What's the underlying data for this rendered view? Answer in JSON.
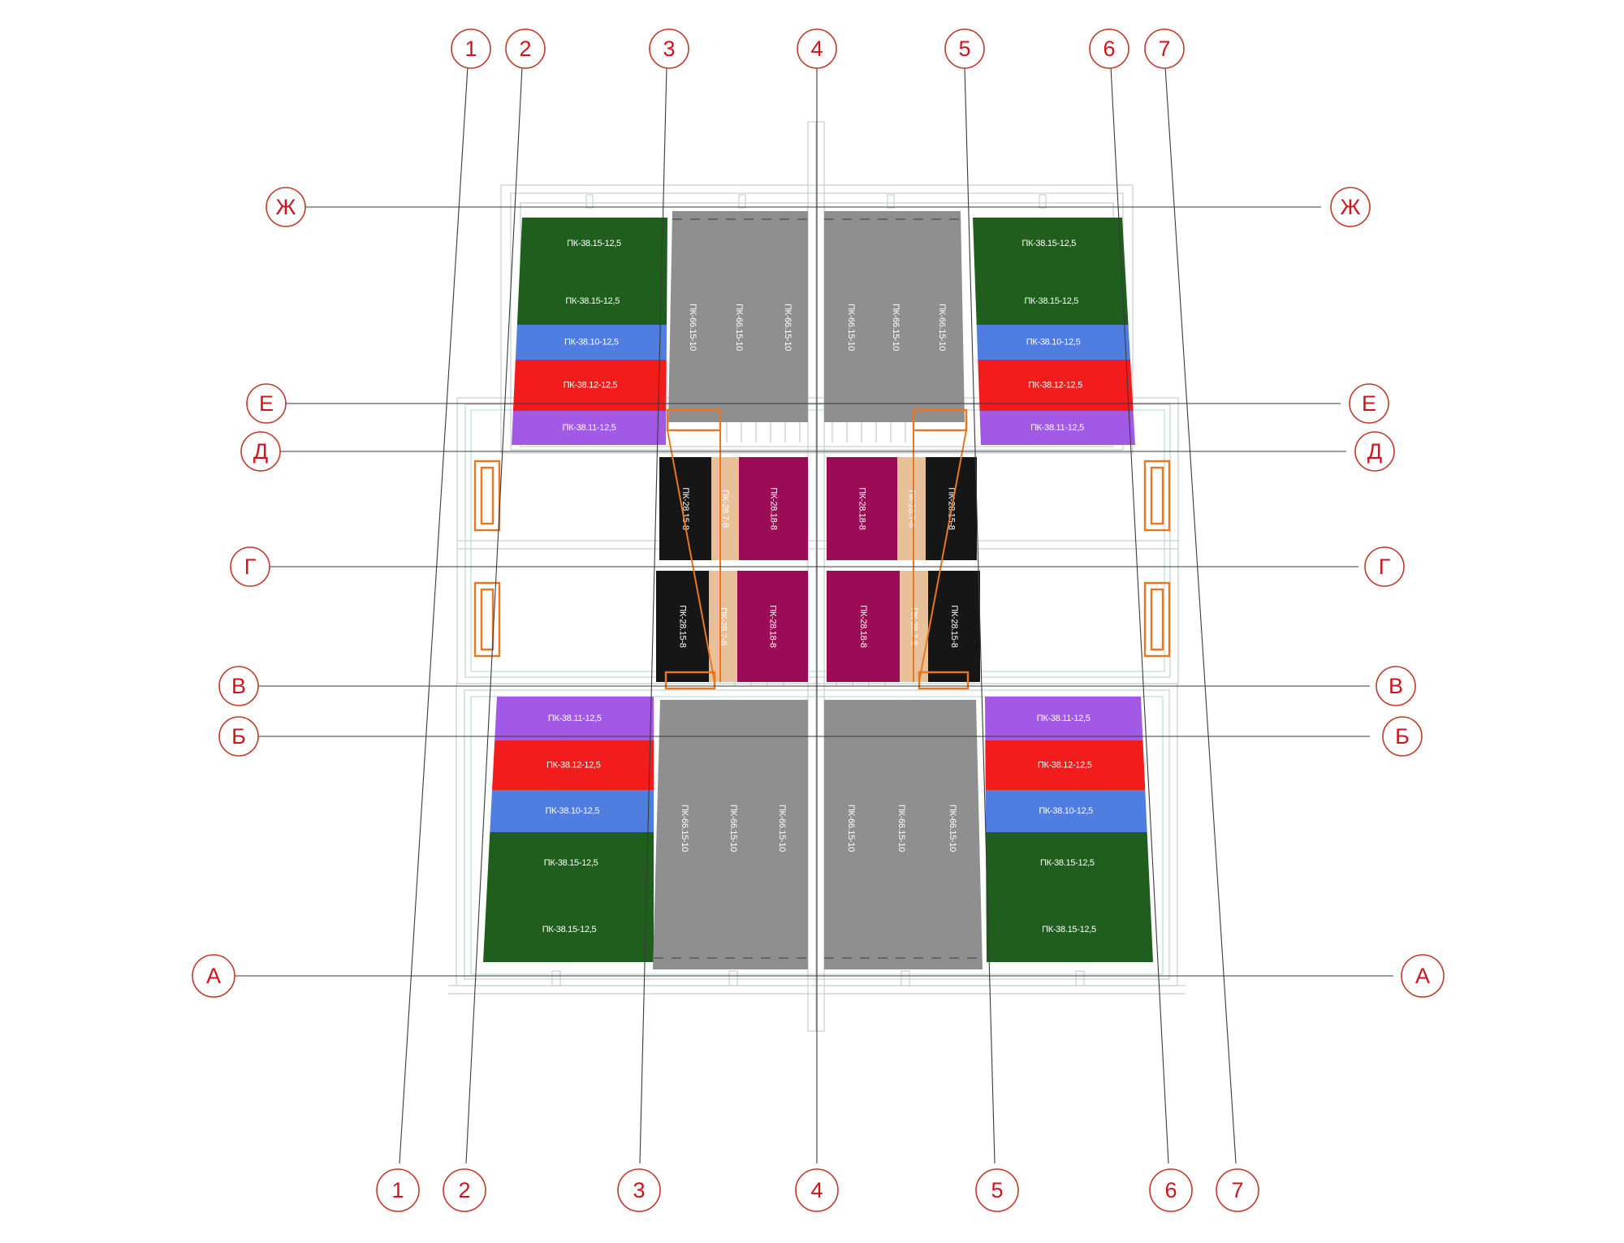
{
  "axes_numeric": [
    "1",
    "2",
    "3",
    "4",
    "5",
    "6",
    "7"
  ],
  "axes_letter": [
    "Ж",
    "Е",
    "Д",
    "Г",
    "В",
    "Б",
    "А"
  ],
  "colors": {
    "dark_green": "#1f5e1c",
    "blue": "#4f7de0",
    "red": "#f21c1c",
    "purple": "#a25ae6",
    "gray": "#8f8f8f",
    "black": "#161616",
    "magenta": "#9c0b55",
    "peach": "#e8c09a",
    "bubble_red": "#d0141e",
    "frame_orange": "#e87722"
  },
  "slabs": {
    "top_left": [
      "ПК-38.15-12,5",
      "ПК-38.15-12,5",
      "ПК-38.10-12,5",
      "ПК-38.12-12,5",
      "ПК-38.11-12,5"
    ],
    "top_right": [
      "ПК-38.15-12,5",
      "ПК-38.15-12,5",
      "ПК-38.10-12,5",
      "ПК-38.12-12,5",
      "ПК-38.11-12,5"
    ],
    "bottom_left": [
      "ПК-38.11-12,5",
      "ПК-38.12-12,5",
      "ПК-38.10-12,5",
      "ПК-38.15-12,5",
      "ПК-38.15-12,5"
    ],
    "bottom_right": [
      "ПК-38.11-12,5",
      "ПК-38.12-12,5",
      "ПК-38.10-12,5",
      "ПК-38.15-12,5",
      "ПК-38.15-12,5"
    ],
    "gray_top_left": [
      "ПК-66.15-10",
      "ПК-66.15-10",
      "ПК-66.15-10"
    ],
    "gray_top_right": [
      "ПК-66.15-10",
      "ПК-66.15-10",
      "ПК-66.15-10"
    ],
    "gray_bottom_left": [
      "ПК-66.15-10",
      "ПК-66.15-10",
      "ПК-66.15-10"
    ],
    "gray_bottom_right": [
      "ПК-66.15-10",
      "ПК-66.15-10",
      "ПК-66.15-10"
    ],
    "black": "ПК-28.15-8",
    "peach": "ПК-28.7-8",
    "magenta": "ПК-28.18-8"
  }
}
